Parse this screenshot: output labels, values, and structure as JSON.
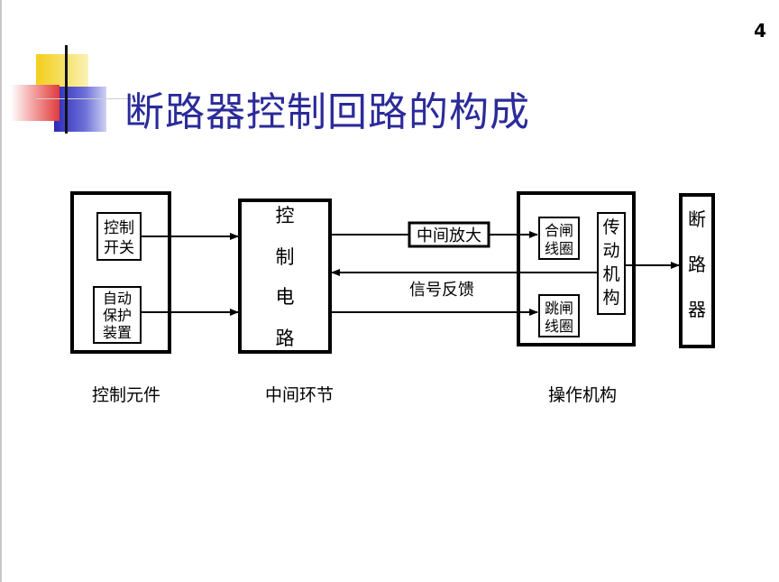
{
  "page_number": "4",
  "title": "断路器控制回路的构成",
  "diagram": {
    "control_switch": [
      "控制",
      "开关"
    ],
    "auto_protection": [
      "自动",
      "保护",
      "装置"
    ],
    "control_circuit": [
      "控",
      "制",
      "电",
      "路"
    ],
    "intermediate_amplifier": "中间放大",
    "signal_feedback": "信号反馈",
    "closing_coil": [
      "合闸",
      "线圈"
    ],
    "tripping_coil": [
      "跳闸",
      "线圈"
    ],
    "transmission_mechanism": [
      "传",
      "动",
      "机",
      "构"
    ],
    "breaker": [
      "断",
      "路",
      "器"
    ],
    "captions": {
      "control_elements": "控制元件",
      "intermediate_link": "中间环节",
      "operating_mechanism": "操作机构"
    }
  }
}
